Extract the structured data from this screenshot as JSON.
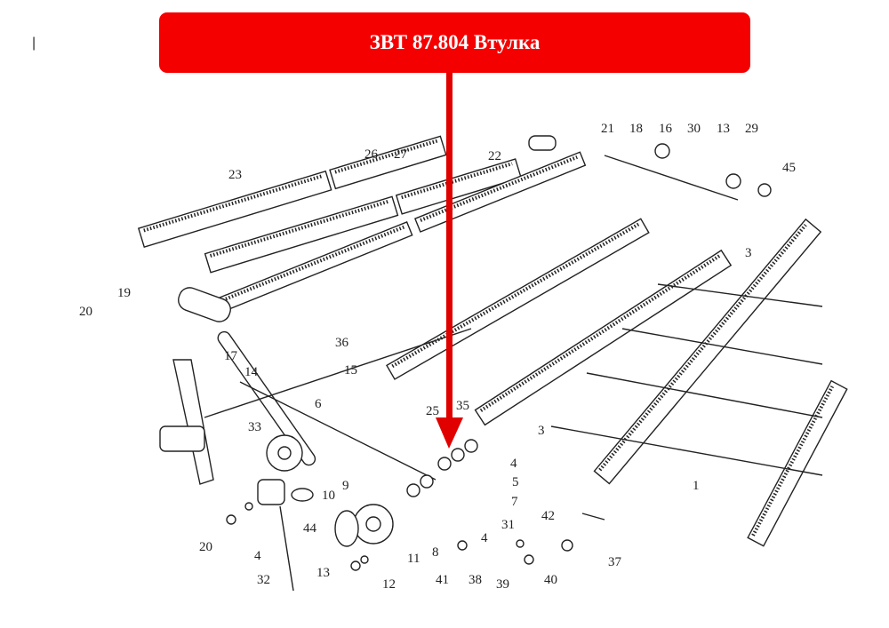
{
  "banner": {
    "title": "ЗВТ 87.804 Втулка",
    "color": "#f40000"
  },
  "cursor_mark": "|",
  "diagram": {
    "labels": [
      "23",
      "26",
      "27",
      "22",
      "21",
      "18",
      "16",
      "30",
      "13",
      "29",
      "45",
      "3",
      "19",
      "20",
      "36",
      "17",
      "14",
      "15",
      "6",
      "25",
      "35",
      "33",
      "3",
      "4",
      "5",
      "7",
      "1",
      "9",
      "10",
      "42",
      "44",
      "31",
      "20",
      "4",
      "8",
      "4",
      "37",
      "11",
      "13",
      "12",
      "41",
      "38",
      "39",
      "40",
      "32"
    ]
  },
  "arrow_color": "#e00000"
}
